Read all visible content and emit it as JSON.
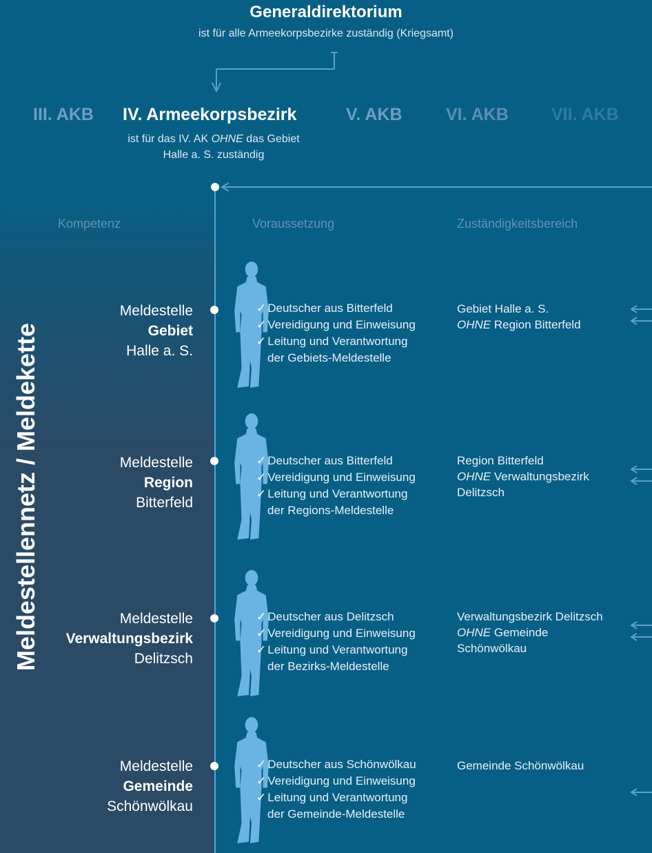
{
  "header": {
    "title": "Generaldirektorium",
    "subtitle": "ist für alle Armeekorpsbezirke zuständig (Kriegsamt)"
  },
  "districts": {
    "iii": "III. AKB",
    "iv": "IV. Armeekorpsbezirk",
    "v": "V. AKB",
    "vi": "VI. AKB",
    "vii": "VII. AKB",
    "iv_desc_1": "ist für das IV. AK ",
    "iv_desc_em": "OHNE",
    "iv_desc_2": " das Gebiet",
    "iv_desc_3": "Halle a. S. zuständig"
  },
  "band_title": "Meldestellennetz / Meldekette",
  "columns": {
    "kompetenz": "Kompetenz",
    "voraussetzung": "Voraussetzung",
    "zustaendigkeit": "Zuständigkeitsbereich"
  },
  "rows": [
    {
      "line1": "Meldestelle",
      "level": "Gebiet",
      "place": "Halle a. S.",
      "req": [
        "Deutscher aus Bitterfeld",
        "Vereidigung und Einweisung",
        "Leitung und Verantwortung",
        "der Gebiets-Meldestelle"
      ],
      "zust_1": "Gebiet Halle a. S.",
      "zust_em": "OHNE",
      "zust_2": " Region Bitterfeld",
      "zust_3": ""
    },
    {
      "line1": "Meldestelle",
      "level": "Region",
      "place": "Bitterfeld",
      "req": [
        "Deutscher aus Bitterfeld",
        "Vereidigung und Einweisung",
        "Leitung und Verantwortung",
        "der Regions-Meldestelle"
      ],
      "zust_1": "Region Bitterfeld",
      "zust_em": "OHNE",
      "zust_2": " Verwaltungsbezirk",
      "zust_3": "Delitzsch"
    },
    {
      "line1": "Meldestelle",
      "level": "Verwaltungsbezirk",
      "place": "Delitzsch",
      "req": [
        "Deutscher aus Delitzsch",
        "Vereidigung und Einweisung",
        "Leitung und Verantwortung",
        "der Bezirks-Meldestelle"
      ],
      "zust_1": "Verwaltungsbezirk Delitzsch",
      "zust_em": "OHNE",
      "zust_2": " Gemeinde",
      "zust_3": "Schönwölkau"
    },
    {
      "line1": "Meldestelle",
      "level": "Gemeinde",
      "place": "Schönwölkau",
      "req": [
        "Deutscher aus Schönwölkau",
        "Vereidigung und Einweisung",
        "Leitung und Verantwortung",
        "der Gemeinde-Meldestelle"
      ],
      "zust_1": "Gemeinde Schönwölkau",
      "zust_em": "",
      "zust_2": "",
      "zust_3": ""
    }
  ],
  "colors": {
    "background": "#085f86",
    "band": "#2a4a66",
    "accent": "#6ab4e4",
    "line": "#5aa0cc"
  }
}
